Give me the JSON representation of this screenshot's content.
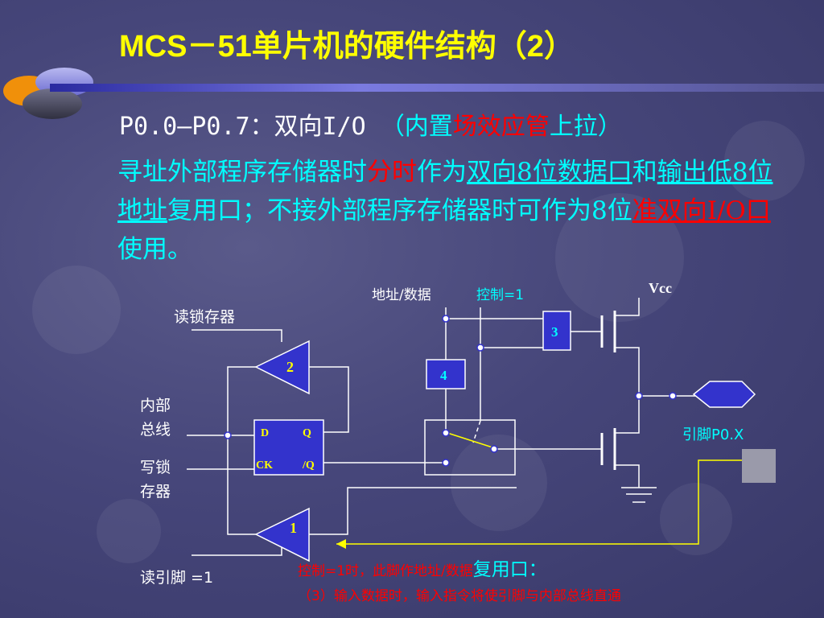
{
  "title": "MCS－51单片机的硬件结构（2）",
  "intro": {
    "pins": "P0.0—P0.7：双向I/O",
    "open_paren": "（内置",
    "fet": "场效应管",
    "close": "上拉）"
  },
  "paragraph": {
    "p1": "寻址外部程序存储器时",
    "p2": "分时",
    "p3": "作为",
    "p4": "双向8位数据口",
    "p5": "和",
    "p6": "输出低8位地址",
    "p7": "复用口；不接外部程序存储器时可作为8位",
    "p8": "准双向I/O口",
    "p9": "使用。"
  },
  "diagram": {
    "read_latch": "读锁存器",
    "internal_bus_1": "内部",
    "internal_bus_2": "总线",
    "write_latch_1": "写锁",
    "write_latch_2": "存器",
    "read_pin": "读引脚 =1",
    "addr_data": "地址/数据",
    "control": "控制=1",
    "vcc": "Vcc",
    "pin_label": "引脚P0.X",
    "buffer_2": "2",
    "buffer_1": "1",
    "box_3": "3",
    "box_4": "4",
    "latch_d": "D",
    "latch_q": "Q",
    "latch_ck": "CK",
    "latch_qn": "/Q"
  },
  "notes": {
    "n1": "控制=1时，此脚作地址/数据",
    "n2": "复用口：",
    "n3": "（3）输入数据时，输入指令将使引脚与内部总线直通"
  },
  "colors": {
    "title": "#ffff00",
    "text": "#00ffff",
    "highlight": "#ff0000",
    "diagram_fill": "#3333cc",
    "pin_square": "#9a9aaa"
  }
}
